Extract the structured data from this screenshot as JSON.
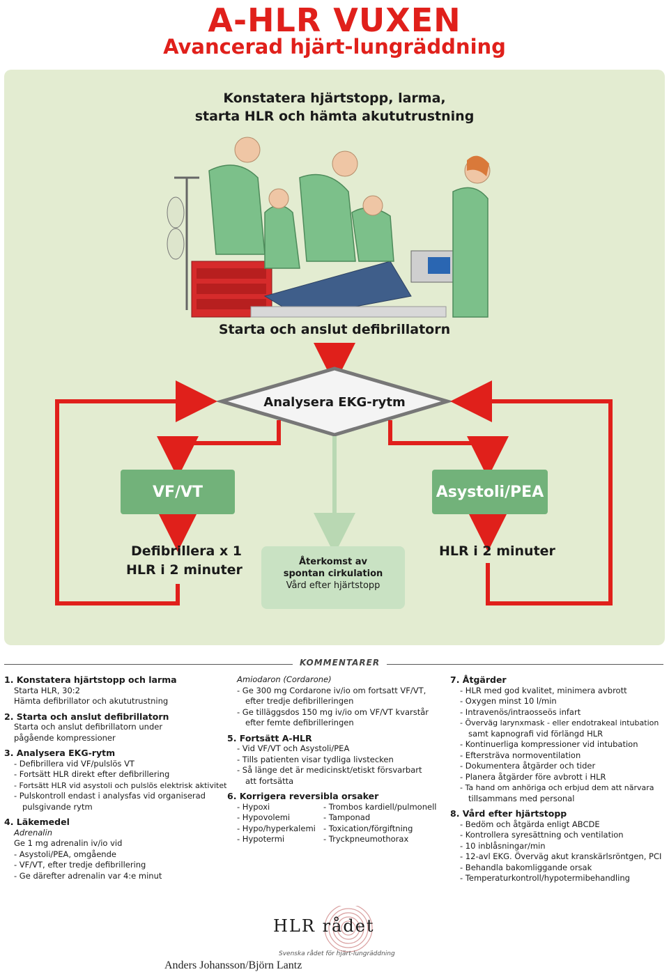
{
  "header": {
    "title": "A-HLR VUXEN",
    "subtitle": "Avancerad hjärt-lungräddning"
  },
  "flow": {
    "heading_line1": "Konstatera hjärtstopp, larma,",
    "heading_line2": "starta HLR och hämta akututrustning",
    "step_defib": "Starta och anslut defibrillatorn",
    "analyze": "Analysera EKG-rytm",
    "vfvt": "VF/VT",
    "asystoli": "Asystoli/PEA",
    "vfvt_action1": "Defibrillera x 1",
    "vfvt_action2": "HLR i  2 minuter",
    "asys_action": "HLR i 2 minuter",
    "rosc_line1": "Återkomst av",
    "rosc_line2": "spontan cirkulation",
    "rosc_line3": "Vård efter hjärtstopp"
  },
  "colors": {
    "red": "#e0201b",
    "green_box": "#72b27a",
    "panel": "#e3ecd1",
    "rosc_box": "#c9e2c3"
  },
  "comments": {
    "label": "KOMMENTARER",
    "col1": {
      "s1_title": "1. Konstatera hjärtstopp och larma",
      "s1_l1": "Starta HLR, 30:2",
      "s1_l2": "Hämta defibrillator och akututrustning",
      "s2_title": "2. Starta och anslut defibrillatorn",
      "s2_l1": "Starta och anslut defibrillatorn under",
      "s2_l2": "pågående kompressioner",
      "s3_title": "3. Analysera EKG-rytm",
      "s3_l1": "- Defibrillera vid VF/pulslös VT",
      "s3_l2": "- Fortsätt HLR direkt efter defibrillering",
      "s3_l3": "- Fortsätt HLR vid asystoli och pulslös elektrisk aktivitet",
      "s3_l4": "- Pulskontroll endast i analysfas vid organiserad",
      "s3_l5": "pulsgivande rytm",
      "s4_title": "4. Läkemedel",
      "s4_sub": "Adrenalin",
      "s4_l1": "Ge 1 mg adrenalin iv/io vid",
      "s4_l2": "- Asystoli/PEA, omgående",
      "s4_l3": "- VF/VT, efter tredje defibrillering",
      "s4_l4": "- Ge därefter adrenalin var 4:e minut"
    },
    "col2": {
      "amio_title": "Amiodaron (Cordarone)",
      "amio_l1": "- Ge 300 mg Cordarone iv/io om fortsatt VF/VT,",
      "amio_l2": "efter tredje defibrilleringen",
      "amio_l3": "- Ge tilläggsdos 150 mg iv/io om VF/VT kvarstår",
      "amio_l4": "efter femte defibrilleringen",
      "s5_title": "5. Fortsätt A-HLR",
      "s5_l1": "- Vid VF/VT och Asystoli/PEA",
      "s5_l2": "- Tills patienten visar tydliga livstecken",
      "s5_l3": "- Så länge det är medicinskt/etiskt försvarbart",
      "s5_l4": "att fortsätta",
      "s6_title": "6. Korrigera reversibla orsaker",
      "s6_a1": "- Hypoxi",
      "s6_b1": "- Trombos kardiell/pulmonell",
      "s6_a2": "- Hypovolemi",
      "s6_b2": "- Tamponad",
      "s6_a3": "- Hypo/hyperkalemi",
      "s6_b3": "- Toxication/förgiftning",
      "s6_a4": "- Hypotermi",
      "s6_b4": "- Tryckpneumothorax"
    },
    "col3": {
      "s7_title": "7. Åtgärder",
      "s7_l1": "- HLR med god kvalitet, minimera avbrott",
      "s7_l2": "- Oxygen minst 10 l/min",
      "s7_l3": "- Intravenös/intraosseös infart",
      "s7_l4": "- Överväg larynxmask - eller endotrakeal intubation",
      "s7_l5": "samt kapnografi vid förlängd HLR",
      "s7_l6": "- Kontinuerliga kompressioner vid intubation",
      "s7_l7": "- Eftersträva normoventilation",
      "s7_l8": "- Dokumentera åtgärder och tider",
      "s7_l9": "- Planera åtgärder före avbrott i HLR",
      "s7_l10": "- Ta hand om anhöriga och erbjud dem att närvara",
      "s7_l11": "tillsammans med personal",
      "s8_title": "8. Vård efter hjärtstopp",
      "s8_l1": "- Bedöm och åtgärda enligt ABCDE",
      "s8_l2": "- Kontrollera syresättning och ventilation",
      "s8_l3": "- 10 inblåsningar/min",
      "s8_l4": "- 12-avl EKG. Överväg akut kranskärlsröntgen, PCI",
      "s8_l5": "- Behandla bakomliggande orsak",
      "s8_l6": "- Temperaturkontroll/hypotermibehandling"
    }
  },
  "footer": {
    "logo_text": "HLR rådet",
    "logo_tagline": "Svenska rådet för hjärt-lungräddning",
    "credits": "Anders Johansson/Björn Lantz"
  }
}
